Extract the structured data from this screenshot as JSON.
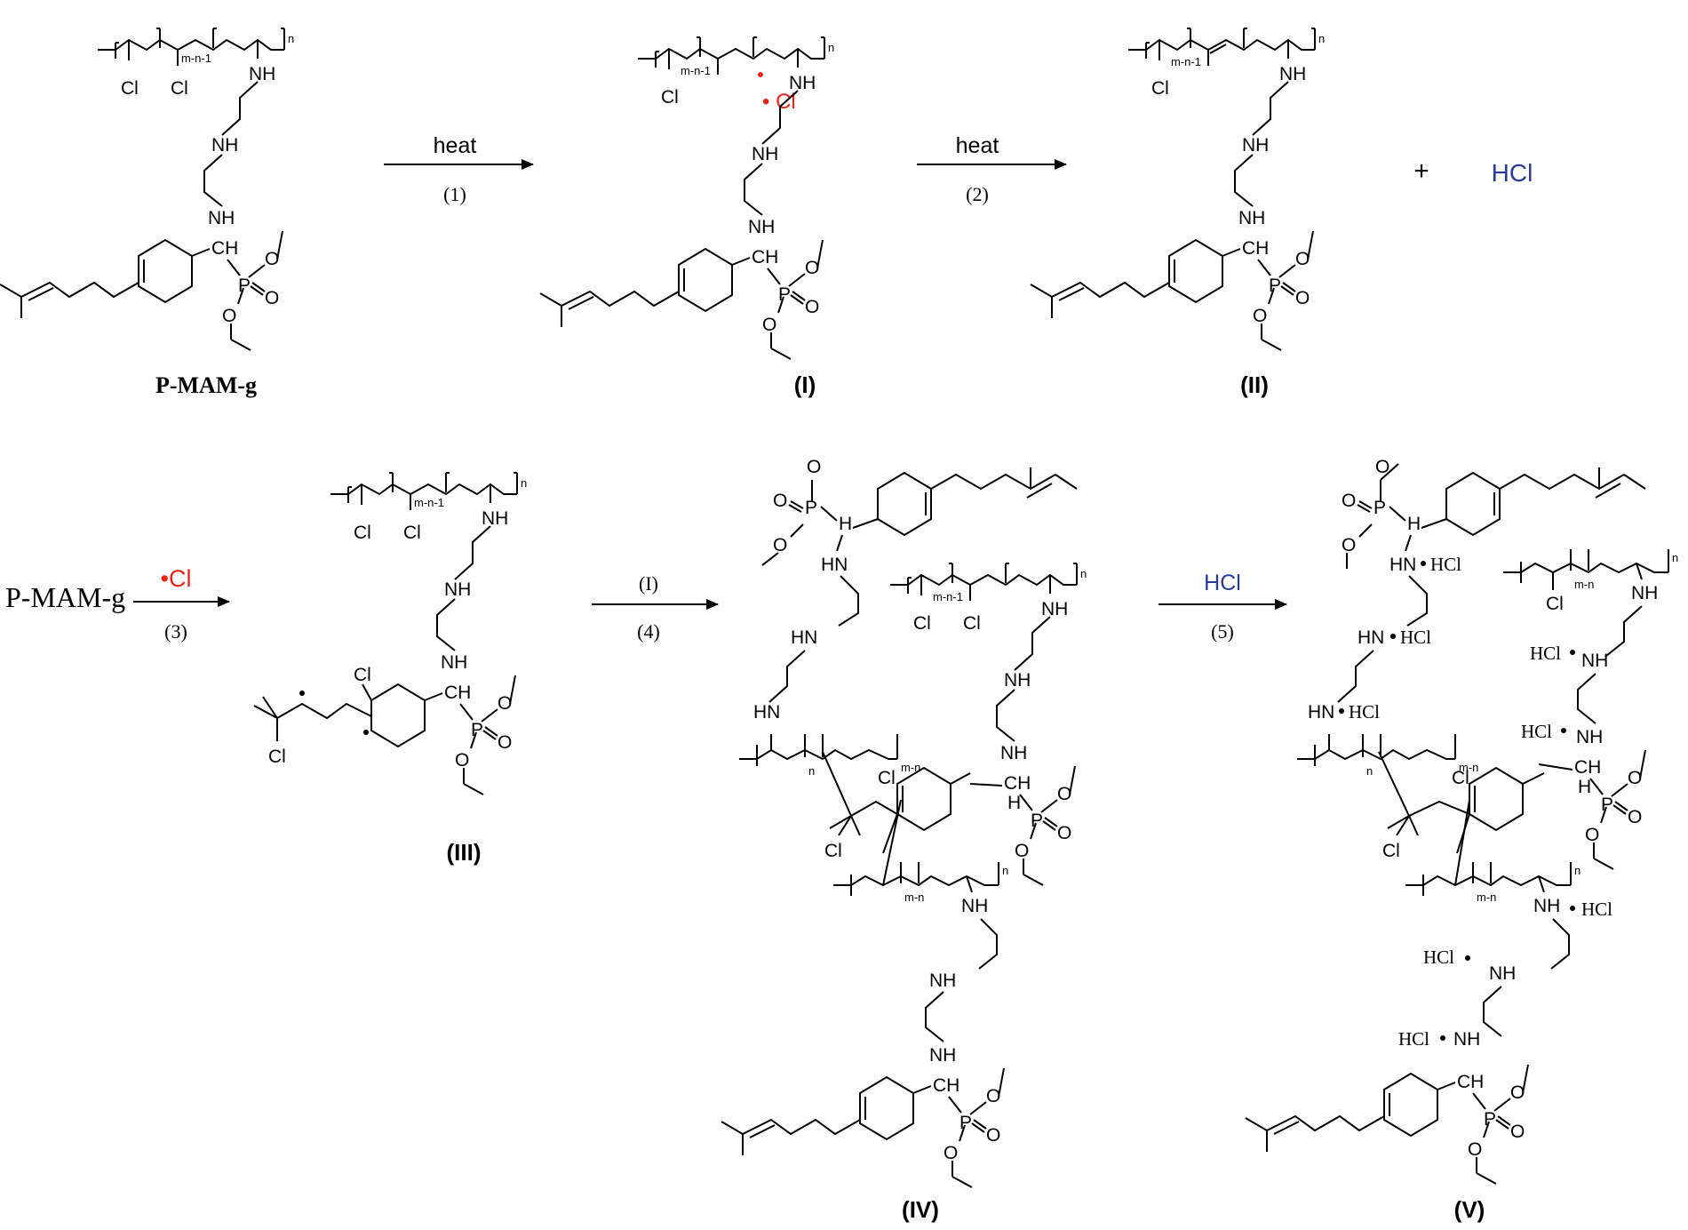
{
  "colors": {
    "bond": "#000000",
    "radical_chlorine": "#e8251d",
    "hcl_product": "#2a3a9a"
  },
  "atoms": {
    "cl": "Cl",
    "nh": "NH",
    "hn": "HN",
    "ch": "CH",
    "h": "H",
    "p": "P",
    "o": "O",
    "hcl": "HCl",
    "dot": "•",
    "sub_mn1": "m-n-1",
    "sub_mn": "m-n",
    "sub_n": "n"
  },
  "compounds": {
    "pmam": "P-MAM-g",
    "i": "(I)",
    "ii": "(II)",
    "iii": "(III)",
    "iv": "(IV)",
    "v": "(V)"
  },
  "reactions": {
    "r1": {
      "condition": "heat",
      "step": "(1)"
    },
    "r2": {
      "condition": "heat",
      "step": "(2)"
    },
    "r3": {
      "reactant": "P-MAM-g",
      "radical": "•Cl",
      "step": "(3)"
    },
    "r4": {
      "condition": "(I)",
      "step": "(4)"
    },
    "r5": {
      "condition": "HCl",
      "step": "(5)"
    }
  },
  "byproduct": {
    "plus": "+",
    "label": "HCl"
  },
  "radical_label": "• Cl"
}
